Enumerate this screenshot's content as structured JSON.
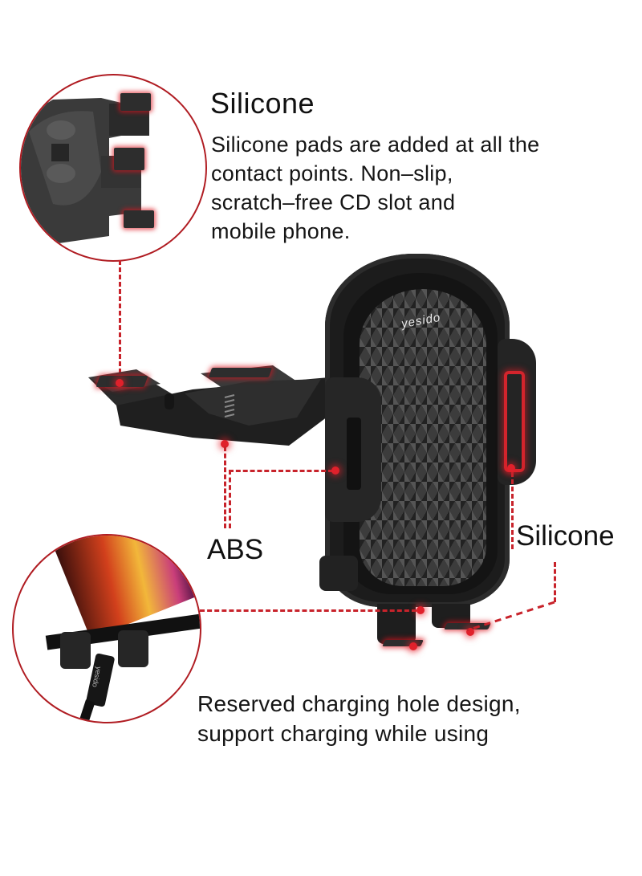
{
  "top_feature": {
    "title": "Silicone",
    "description_lines": [
      "Silicone pads are added at all the",
      "contact points. Non–slip,",
      "scratch–free CD slot and",
      "mobile phone."
    ]
  },
  "labels": {
    "abs": "ABS",
    "silicone_right": "Silicone"
  },
  "bottom_feature": {
    "description_lines": [
      "Reserved charging hole design,",
      "support charging while using"
    ]
  },
  "product": {
    "brand_logo": "yesido",
    "cable_logo": "yesido"
  },
  "colors": {
    "accent_red": "#c8232b",
    "circle_border": "#b01c22",
    "product_black": "#1e1e1e",
    "text": "#111111"
  },
  "icons": {
    "callout_dot": "red-glow-dot"
  }
}
